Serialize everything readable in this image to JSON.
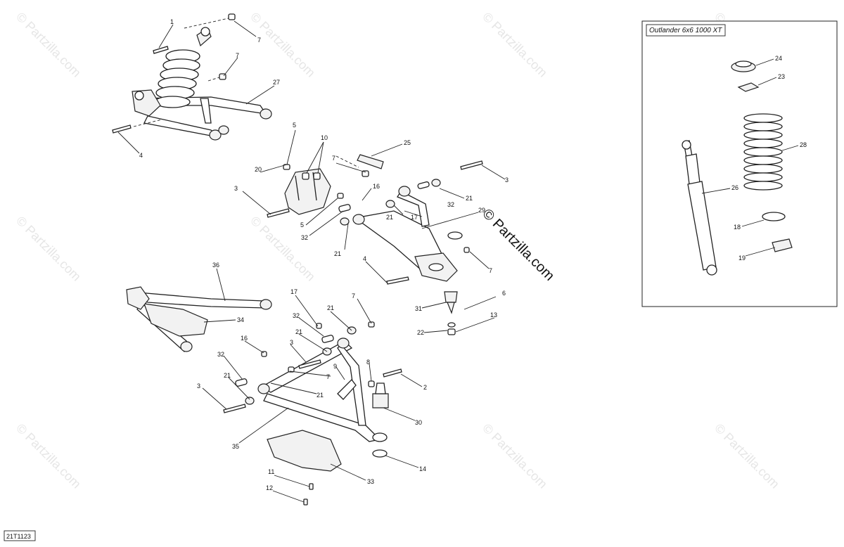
{
  "watermark_text": "© Partzilla.com",
  "brand_text": "© Partzilla.com",
  "drawing_code": "21T1123",
  "inset": {
    "title": "Outlander 6x6 1000 XT"
  },
  "callouts": {
    "c1": "1",
    "c7a": "7",
    "c7b": "7",
    "c27": "27",
    "c4a": "4",
    "c5a": "5",
    "c10": "10",
    "c25": "25",
    "c7c": "7",
    "c3a": "3",
    "c20": "20",
    "c16a": "16",
    "c21a": "21",
    "c3b": "3",
    "c21b": "21",
    "c32a": "32",
    "c5b": "5",
    "c17a": "17",
    "c32b": "32",
    "c29": "29",
    "c21c": "21",
    "c4b": "4",
    "c7d": "7",
    "c36": "36",
    "c34": "34",
    "c17b": "17",
    "c7e": "7",
    "c6": "6",
    "c31": "31",
    "c32c": "32",
    "c21d": "21",
    "c13": "13",
    "c22": "22",
    "c21e": "21",
    "c3c": "3",
    "c16b": "16",
    "c32d": "32",
    "c7f": "7",
    "c8": "8",
    "c9": "9",
    "c2": "2",
    "c21f": "21",
    "c21g": "21",
    "c3d": "3",
    "c30": "30",
    "c35": "35",
    "c14": "14",
    "c33": "33",
    "c11": "11",
    "c12": "12",
    "c24": "24",
    "c23": "23",
    "c28": "28",
    "c26": "26",
    "c18": "18",
    "c19": "19"
  }
}
